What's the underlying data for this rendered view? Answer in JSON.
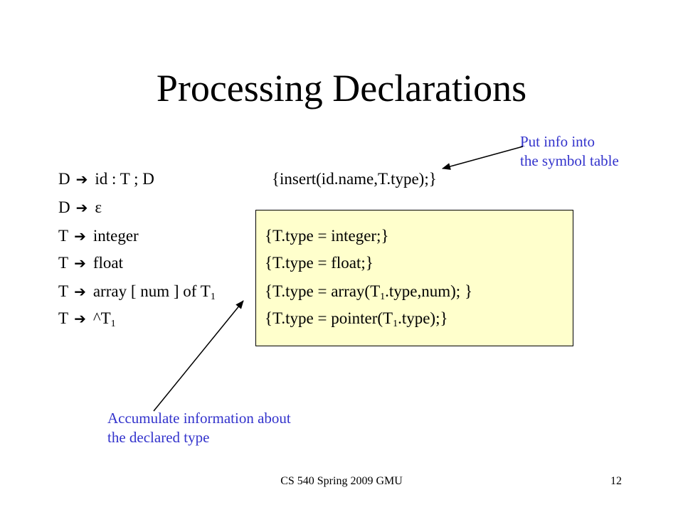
{
  "slide": {
    "title": "Processing Declarations",
    "rules": [
      {
        "lhs": "D",
        "rhs": "id : T  ; D",
        "sub": ""
      },
      {
        "lhs": "D",
        "rhs": "ε",
        "sub": ""
      },
      {
        "lhs": "T",
        "rhs": "integer",
        "sub": ""
      },
      {
        "lhs": "T",
        "rhs": "float",
        "sub": ""
      },
      {
        "lhs": "T",
        "rhs": "array [ num ] of T",
        "sub": "1"
      },
      {
        "lhs": "T",
        "rhs": "^T",
        "sub": "1"
      }
    ],
    "arrow_symbol": "",
    "actions": {
      "insert": "{insert(id.name,T.type);}",
      "integer": "{T.type = integer;}",
      "float": "{T.type = float;}",
      "array_a": "{T.type = array(T",
      "array_sub": "1",
      "array_b": ".type,num); }",
      "pointer_a": "{T.type = pointer(T",
      "pointer_sub": "1",
      "pointer_b": ".type);}"
    },
    "annotations": {
      "symbol_table": [
        "Put info into",
        "the symbol table"
      ],
      "accumulate": [
        "Accumulate information about",
        "the declared type"
      ]
    },
    "footer": {
      "course": "CS 540 Spring 2009 GMU",
      "page": "12"
    },
    "colors": {
      "highlight_box": "#ffffcc",
      "annotation_text": "#3333cc",
      "body_text": "#000000"
    }
  }
}
